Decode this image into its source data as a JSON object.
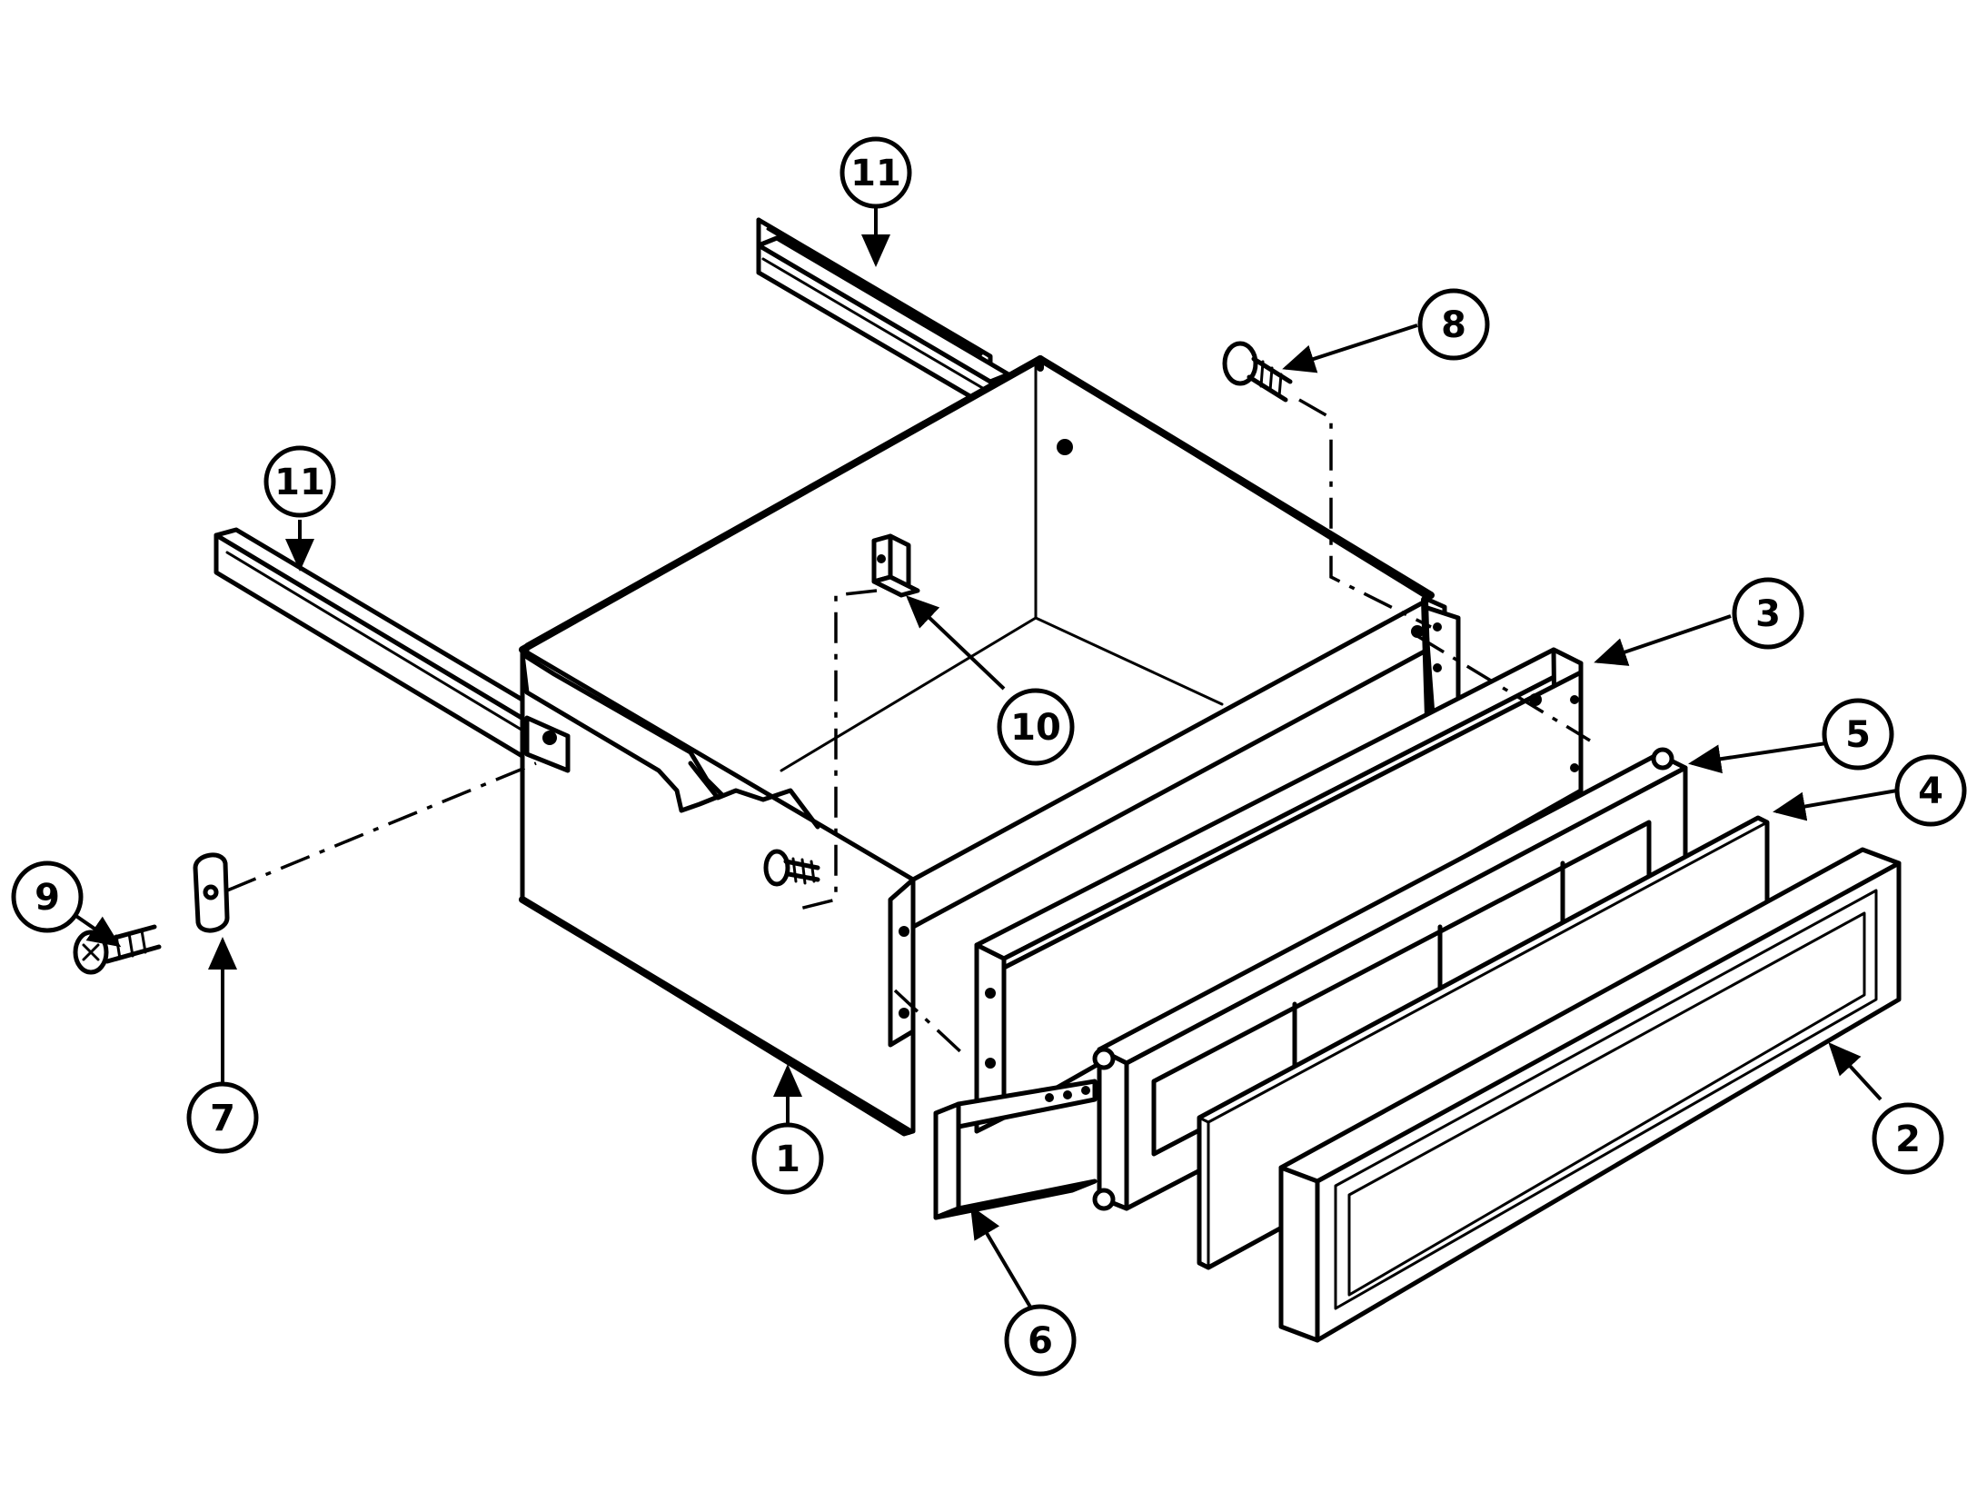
{
  "diagram": {
    "callouts": [
      {
        "id": "1",
        "label": "1"
      },
      {
        "id": "2",
        "label": "2"
      },
      {
        "id": "3",
        "label": "3"
      },
      {
        "id": "4",
        "label": "4"
      },
      {
        "id": "5",
        "label": "5"
      },
      {
        "id": "6",
        "label": "6"
      },
      {
        "id": "7",
        "label": "7"
      },
      {
        "id": "8",
        "label": "8"
      },
      {
        "id": "9",
        "label": "9"
      },
      {
        "id": "10",
        "label": "10"
      },
      {
        "id": "11a",
        "label": "11"
      },
      {
        "id": "11b",
        "label": "11"
      }
    ]
  }
}
